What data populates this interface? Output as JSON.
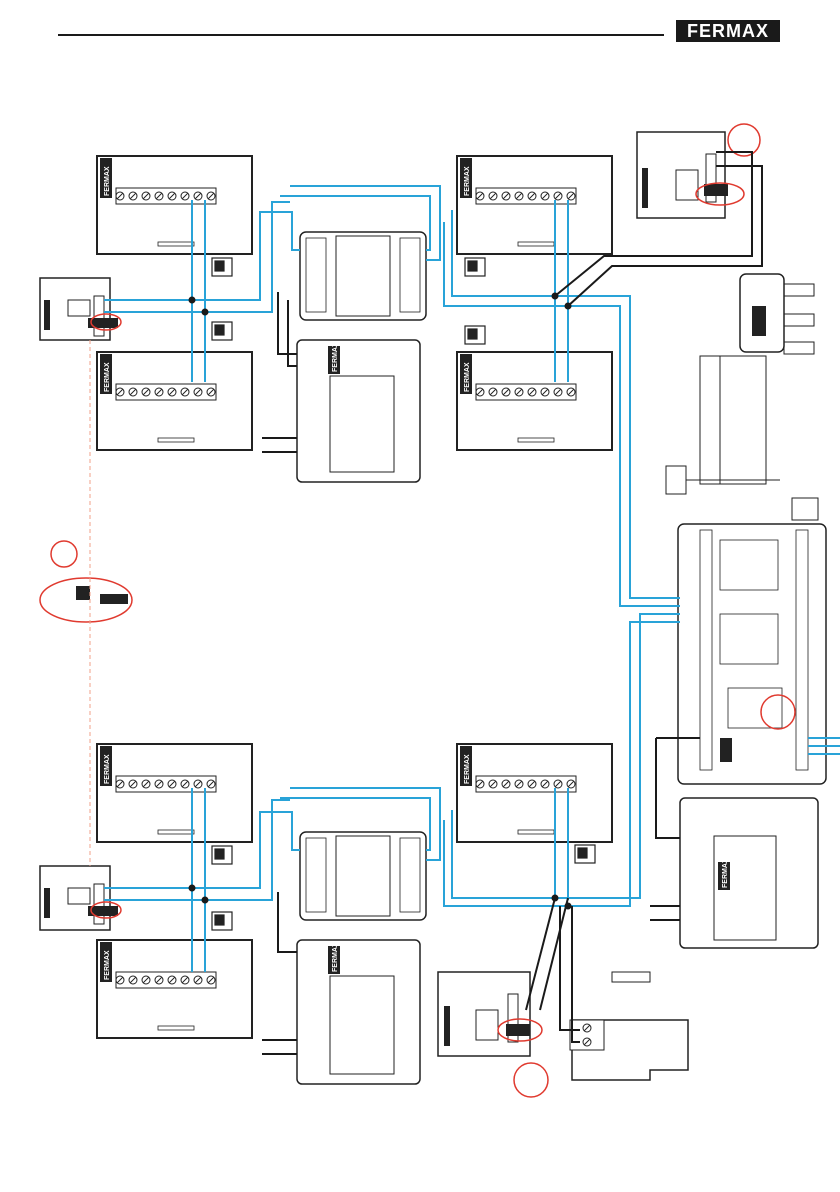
{
  "header": {
    "logo_text": "FERMAX"
  },
  "colors": {
    "bus_wire": "#29a3d8",
    "black_wire": "#1a1a1a",
    "highlight": "#e03a2f",
    "reference_line": "#f2a28a",
    "outline": "#222222"
  },
  "device_labels": {
    "monitor_brand": "FERMAX",
    "distributor_brand": "FERMAX",
    "power_brand": "FERMAX"
  }
}
